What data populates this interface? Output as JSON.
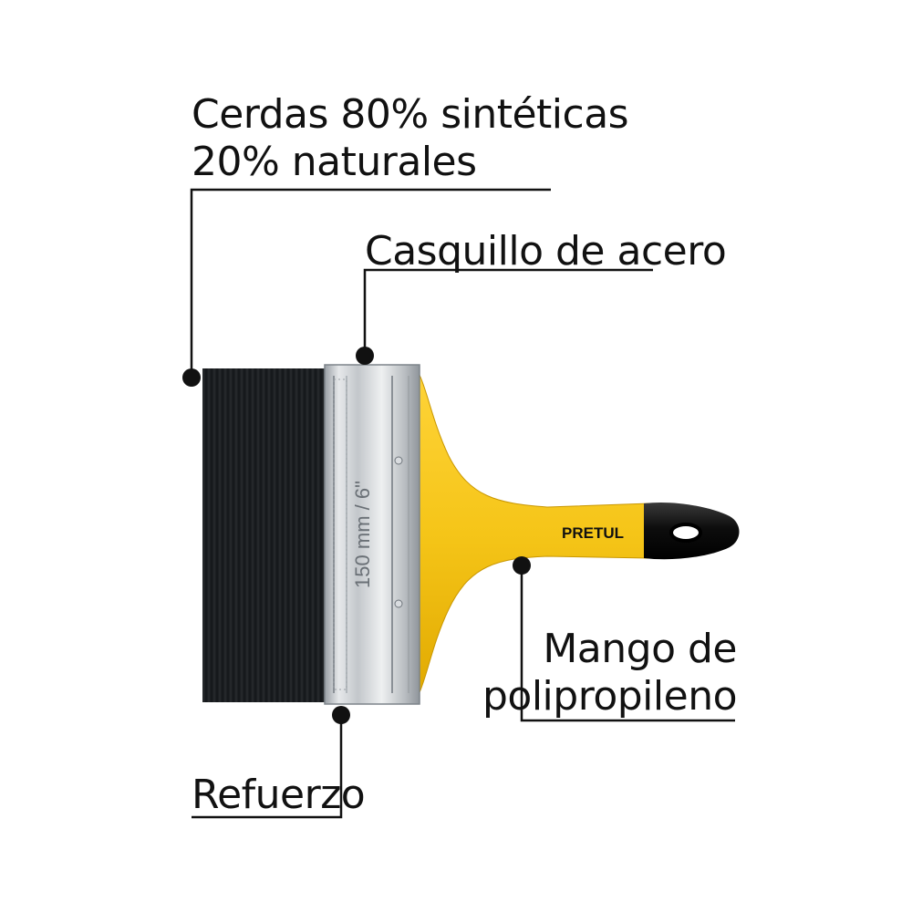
{
  "callouts": {
    "bristles": {
      "line1": "Cerdas 80% sintéticas",
      "line2": "20% naturales"
    },
    "ferrule": {
      "text": "Casquillo de acero"
    },
    "handle": {
      "line1": "Mango de",
      "line2": "polipropileno"
    },
    "reinforcement": {
      "text": "Refuerzo"
    }
  },
  "product": {
    "brand": "PRETUL",
    "size_marking": "150 mm / 6\""
  },
  "colors": {
    "handle_yellow": "#f5c518",
    "bristles_black": "#1d1f22",
    "ferrule_steel": "#c9ccd0",
    "grip_black": "#111111",
    "leader_line": "#111111"
  }
}
